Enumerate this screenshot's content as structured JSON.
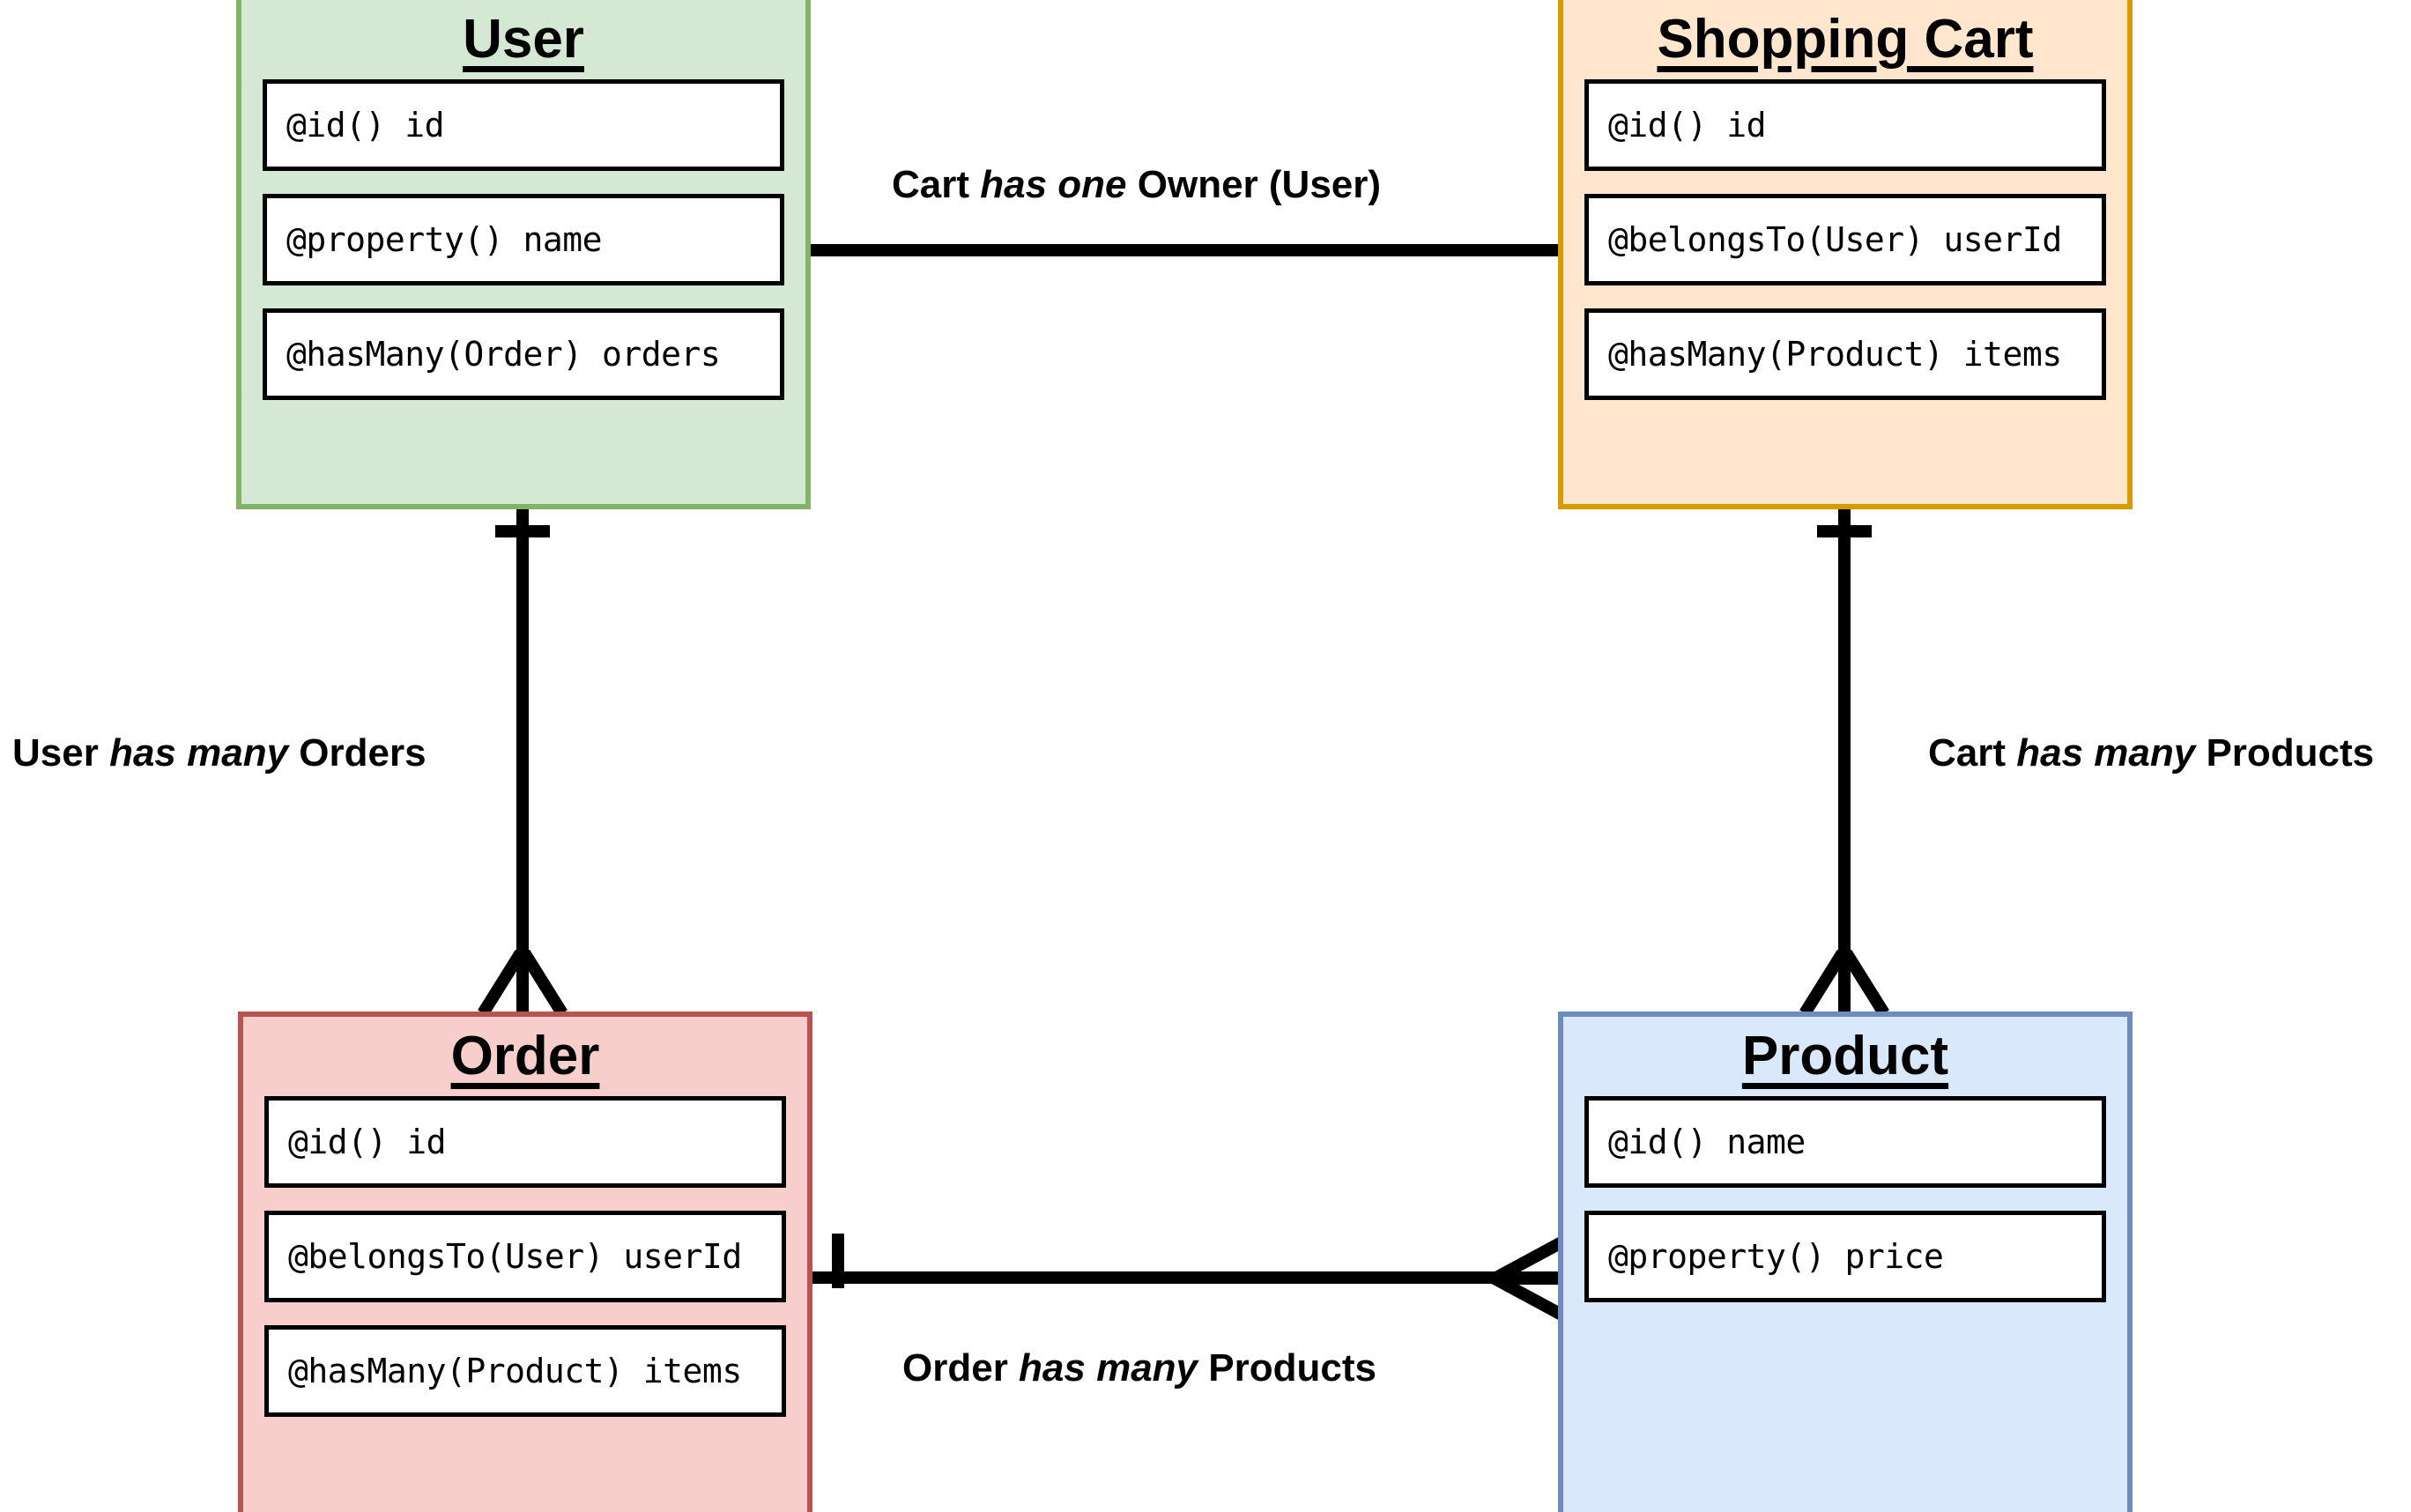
{
  "diagram": {
    "type": "entity-relationship-class-diagram",
    "background": "#ffffff"
  },
  "entities": [
    {
      "key": "user",
      "title": "User",
      "fill": "#D5E8D4",
      "stroke": "#82B366",
      "attributes": [
        "@id() id",
        "@property() name",
        "@hasMany(Order) orders"
      ]
    },
    {
      "key": "cart",
      "title": "Shopping Cart",
      "fill": "#FFE6CC",
      "stroke": "#D79B00",
      "attributes": [
        "@id() id",
        "@belongsTo(User) userId",
        "@hasMany(Product) items"
      ]
    },
    {
      "key": "order",
      "title": "Order",
      "fill": "#F8CECC",
      "stroke": "#B85450",
      "attributes": [
        "@id() id",
        "@belongsTo(User) userId",
        "@hasMany(Product) items"
      ]
    },
    {
      "key": "product",
      "title": "Product",
      "fill": "#DAE8FC",
      "stroke": "#6C8EBF",
      "attributes": [
        "@id() name",
        "@property() price"
      ]
    }
  ],
  "relationships": [
    {
      "key": "cart-owner",
      "from": "user",
      "to": "cart",
      "prefix": "Cart ",
      "emphasis": "has one",
      "suffix": " Owner (User)"
    },
    {
      "key": "user-orders",
      "from": "user",
      "to": "order",
      "prefix": "User ",
      "emphasis": "has many",
      "suffix": " Orders"
    },
    {
      "key": "cart-products",
      "from": "cart",
      "to": "product",
      "prefix": "Cart ",
      "emphasis": "has many",
      "suffix": " Products"
    },
    {
      "key": "order-products",
      "from": "order",
      "to": "product",
      "prefix": "Order ",
      "emphasis": "has many",
      "suffix": " Products"
    }
  ],
  "connector_colors": {
    "line": "#000000"
  }
}
